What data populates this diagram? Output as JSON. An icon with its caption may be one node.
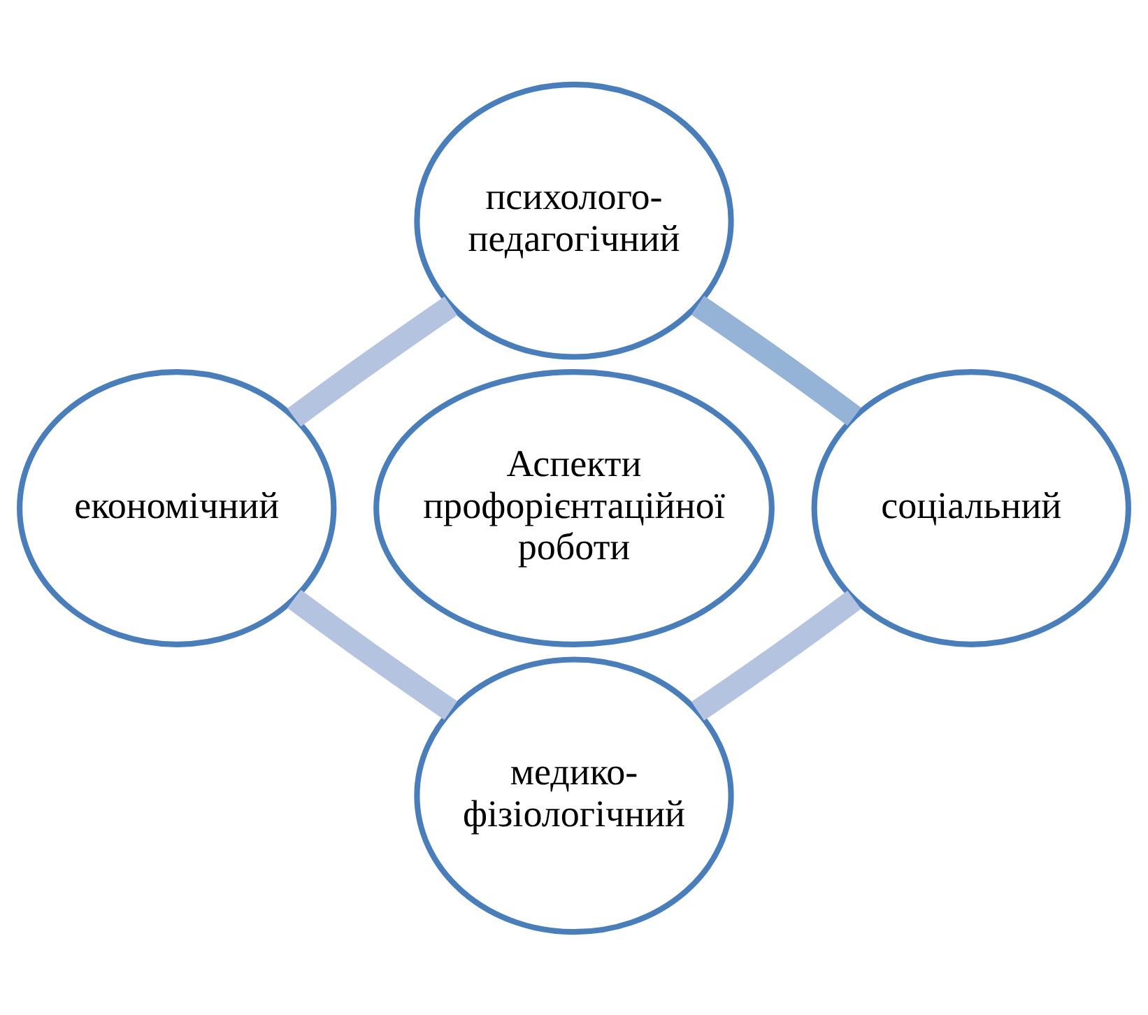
{
  "diagram": {
    "nodes": [
      {
        "text": [
          "психолого- педагогічний"
        ]
      },
      {
        "text": [
          "економічний"
        ]
      },
      {
        "text": [
          "Аспекти профорієнтаційної роботи"
        ]
      },
      {
        "text": [
          "соціальний"
        ]
      },
      {
        "text": [
          "медико- фізіологічний"
        ]
      }
    ],
    "edges": [
      {
        "from": 0,
        "to": 3,
        "arrow": "none",
        "color": "#95b3d7"
      },
      {
        "from": 3,
        "to": 4,
        "arrow": "none"
      },
      {
        "from": 4,
        "to": 1,
        "arrow": "none"
      },
      {
        "from": 1,
        "to": 0,
        "arrow": "none"
      }
    ]
  }
}
